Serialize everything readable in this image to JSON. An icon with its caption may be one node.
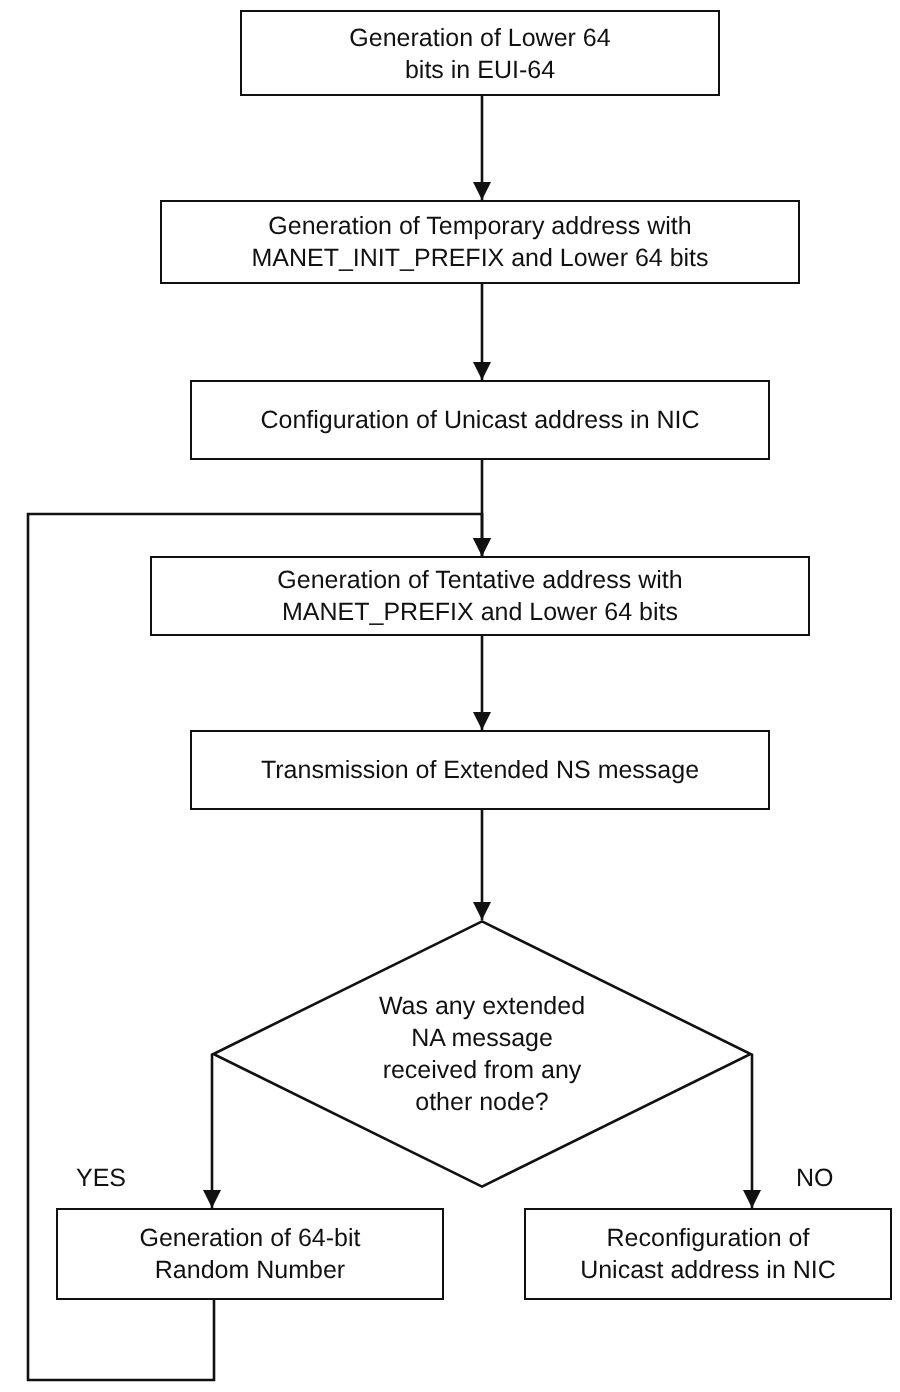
{
  "diagram": {
    "nodes": [
      {
        "text": [
          "Generation of Lower 64 bits in EUI-64"
        ]
      },
      {
        "text": [
          "Generation of Temporary address with MANET_INIT_PREFIX and Lower 64 bits"
        ]
      },
      {
        "text": [
          "Configuration of Unicast address in NIC"
        ]
      },
      {
        "text": [
          "Generation of Tentative address with MANET_PREFIX and Lower 64 bits"
        ]
      },
      {
        "text": [
          "Transmission of Extended NS message"
        ]
      },
      {
        "text": [
          "Was any extended NA message received from any other node?"
        ]
      },
      {
        "text": [
          "Generation of 64-bit Random Number"
        ]
      },
      {
        "text": [
          "Reconfiguration of Unicast address in NIC"
        ]
      }
    ],
    "edges": [
      {
        "from": 0,
        "to": 1,
        "arrow": "to"
      },
      {
        "from": 1,
        "to": 2,
        "arrow": "to"
      },
      {
        "from": 2,
        "to": 3,
        "arrow": "to"
      },
      {
        "from": 3,
        "to": 4,
        "arrow": "to"
      },
      {
        "from": 4,
        "to": 5,
        "arrow": "to"
      },
      {
        "from": 5,
        "to": 6,
        "label": "YES",
        "arrow": "to"
      },
      {
        "from": 5,
        "to": 7,
        "label": "NO",
        "arrow": "to"
      },
      {
        "from": 6,
        "to": 3,
        "arrow": "to"
      }
    ]
  }
}
